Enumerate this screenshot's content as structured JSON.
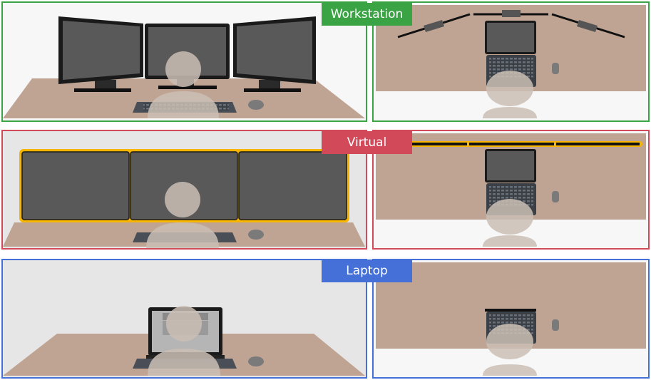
{
  "rows": [
    {
      "id": "workstation",
      "label": "Workstation",
      "color": "#3aa444"
    },
    {
      "id": "virtual",
      "label": "Virtual",
      "color": "#d24a5a"
    },
    {
      "id": "laptop",
      "label": "Laptop",
      "color": "#4470d8"
    }
  ],
  "palette": {
    "desk": "#bfa493",
    "screen": "#595959",
    "bezel": "#1a1a1a",
    "virtual_border": "#f7b500",
    "person": "#cbbfb5",
    "mouse": "#7a7a7a",
    "keyboard": "#4a4f57",
    "room_light": "#f7f7f7",
    "room_grey": "#e6e6e6"
  }
}
